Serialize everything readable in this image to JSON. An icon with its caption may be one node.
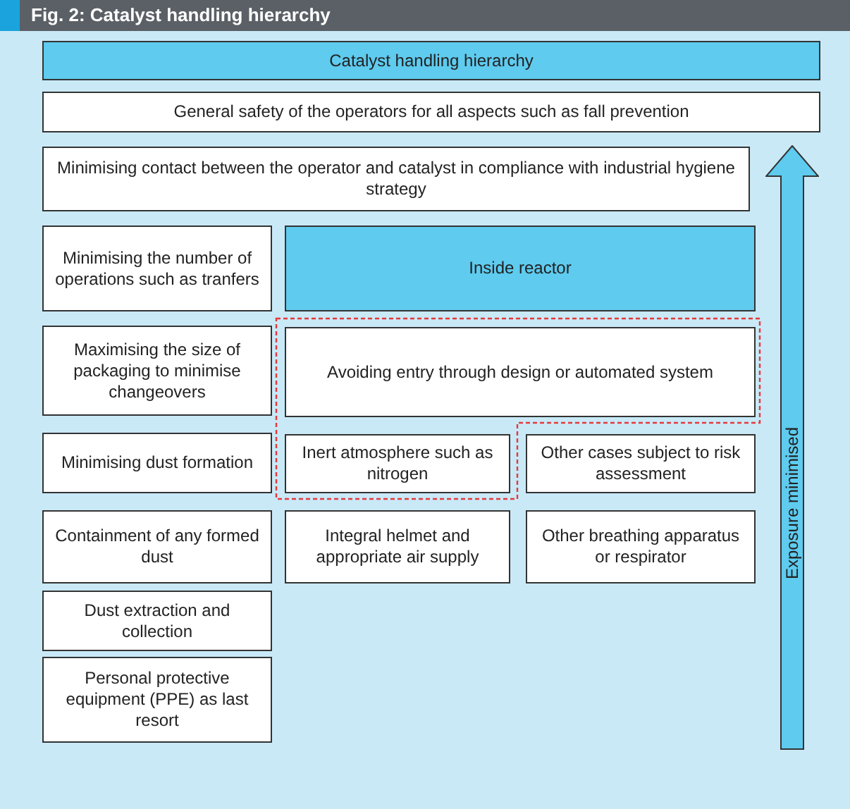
{
  "diagram": {
    "title": "Fig. 2: Catalyst handling hierarchy",
    "nodes": [
      {
        "text": [
          "Catalyst handling hierarchy"
        ]
      },
      {
        "text": [
          "General safety of the operators for all aspects such as fall prevention"
        ]
      },
      {
        "text": [
          "Minimising contact between the operator and catalyst in compliance with industrial hygiene strategy"
        ]
      },
      {
        "text": [
          "Minimising the number of operations such as tranfers"
        ]
      },
      {
        "text": [
          "Inside reactor"
        ]
      },
      {
        "text": [
          "Maximising the size of packaging to minimise changeovers"
        ]
      },
      {
        "text": [
          "Avoiding entry through design or automated system"
        ]
      },
      {
        "text": [
          "Minimising dust formation"
        ]
      },
      {
        "text": [
          "Inert atmosphere such as nitrogen"
        ]
      },
      {
        "text": [
          "Other cases subject to risk assessment"
        ]
      },
      {
        "text": [
          "Containment of any formed dust"
        ]
      },
      {
        "text": [
          "Integral helmet and appropriate air supply"
        ]
      },
      {
        "text": [
          "Other breathing apparatus or respirator"
        ]
      },
      {
        "text": [
          "Dust extraction and collection"
        ]
      },
      {
        "text": [
          "Personal protective equipment (PPE) as last resort"
        ]
      },
      {
        "text": [
          "Exposure minimised"
        ]
      }
    ]
  }
}
